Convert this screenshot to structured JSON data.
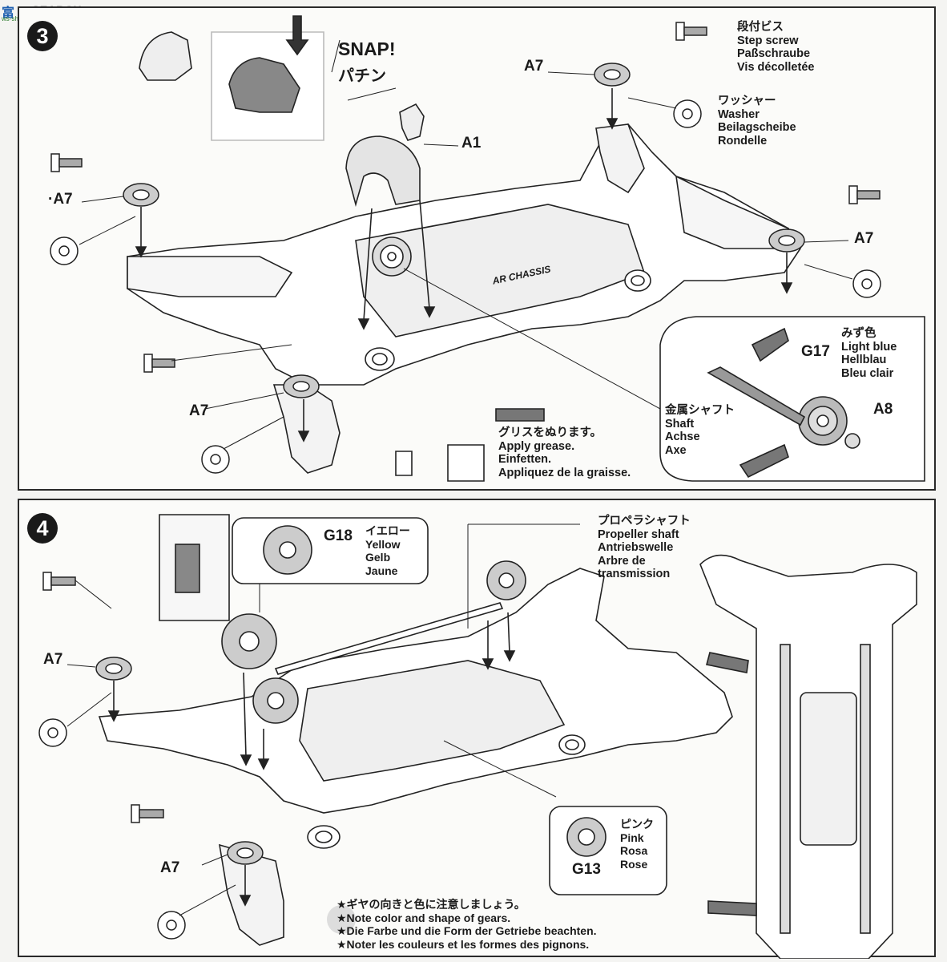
{
  "watermark": {
    "mark": "富 网",
    "brand": "SEARCH",
    "site": "ws-shan.com"
  },
  "step3": {
    "number": "3",
    "snap_en": "SNAP!",
    "snap_jp": "パチン",
    "parts": {
      "a1": "A1",
      "a7_top": "A7",
      "a7_left": "·A7",
      "a7_right": "A7",
      "a7_bottom": "A7",
      "g17": "G17",
      "a8": "A8"
    },
    "step_screw": [
      "段付ビス",
      "Step screw",
      "Paßschraube",
      "Vis décolletée"
    ],
    "washer": [
      "ワッシャー",
      "Washer",
      "Beilagscheibe",
      "Rondelle"
    ],
    "light_blue": [
      "みず色",
      "Light blue",
      "Hellblau",
      "Bleu clair"
    ],
    "shaft": [
      "金属シャフト",
      "Shaft",
      "Achse",
      "Axe"
    ],
    "grease": [
      "グリスをぬります。",
      "Apply grease.",
      "Einfetten.",
      "Appliquez de la graisse."
    ],
    "chassis_label": "AR CHASSIS"
  },
  "step4": {
    "number": "4",
    "parts": {
      "g18": "G18",
      "g13": "G13",
      "a7_top": "A7",
      "a7_bottom": "A7"
    },
    "yellow": [
      "イエロー",
      "Yellow",
      "Gelb",
      "Jaune"
    ],
    "propeller": [
      "プロペラシャフト",
      "Propeller shaft",
      "Antriebswelle",
      "Arbre de",
      "transmission"
    ],
    "pink": [
      "ピンク",
      "Pink",
      "Rosa",
      "Rose"
    ],
    "note": [
      "★ギヤの向きと色に注意しましょう。",
      "★Note color and shape of gears.",
      "★Die Farbe und die Form der Getriebe beachten.",
      "★Noter les couleurs et les formes des pignons."
    ]
  }
}
